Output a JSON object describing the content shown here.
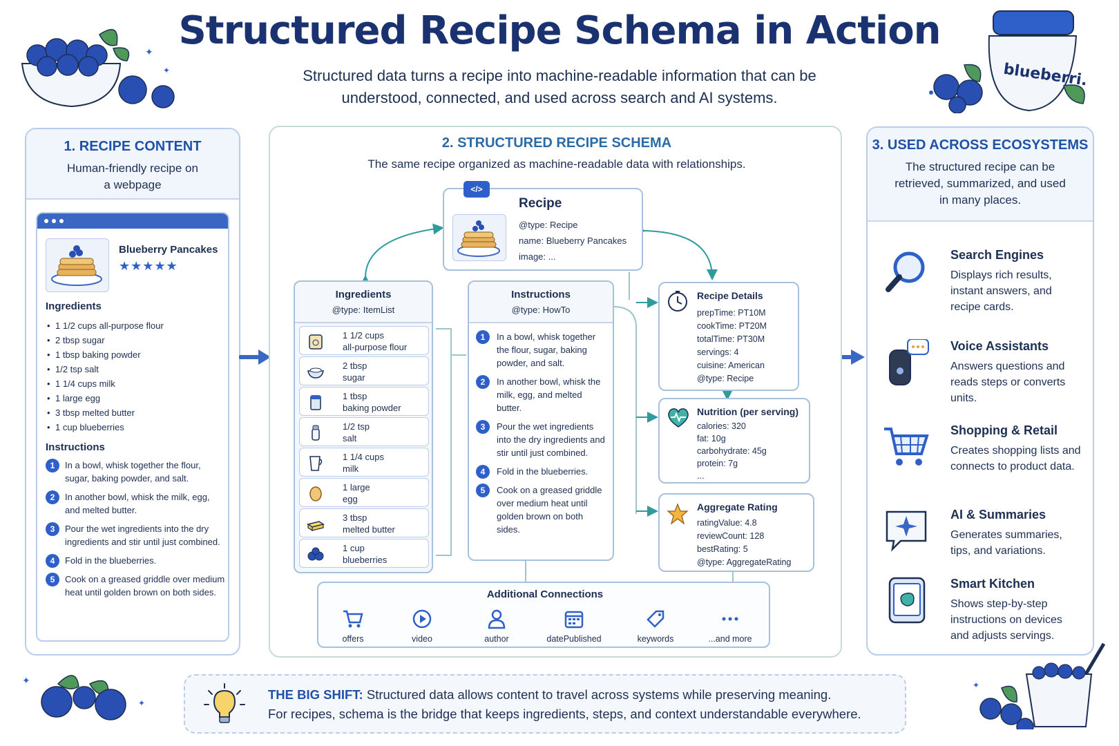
{
  "header": {
    "title": "Structured Recipe Schema in Action",
    "subtitle_line1": "Structured data turns a recipe into machine-readable information that can be",
    "subtitle_line2": "understood, connected, and used across search and AI systems."
  },
  "decor": {
    "jar_label": "blueberri."
  },
  "left": {
    "title": "1. RECIPE CONTENT",
    "sub_line1": "Human-friendly recipe on",
    "sub_line2": "a webpage",
    "recipe_name": "Blueberry Pancakes",
    "stars": "★★★★★",
    "ingredients_heading": "Ingredients",
    "ingredients": [
      "1 1/2 cups all-purpose flour",
      "2 tbsp sugar",
      "1 tbsp baking powder",
      "1/2 tsp salt",
      "1 1/4 cups milk",
      "1 large egg",
      "3 tbsp melted butter",
      "1 cup blueberries"
    ],
    "instructions_heading": "Instructions",
    "instructions": [
      "In a bowl, whisk together the flour, sugar, baking powder, and salt.",
      "In another bowl, whisk the milk, egg, and melted butter.",
      "Pour the wet ingredients into the dry ingredients and stir until just combined.",
      "Fold in the blueberries.",
      "Cook on a greased griddle over medium heat until golden brown on both sides."
    ]
  },
  "middle": {
    "title": "2. STRUCTURED RECIPE SCHEMA",
    "subtitle": "The same recipe organized as machine-readable data with relationships.",
    "code_badge": "</>",
    "recipe": {
      "title": "Recipe",
      "type": "@type: Recipe",
      "name": "name: Blueberry Pancakes",
      "image": "image: ..."
    },
    "ingredients_box": {
      "title": "Ingredients",
      "type": "@type: ItemList",
      "items": [
        {
          "line1": "1 1/2 cups",
          "line2": "all-purpose flour",
          "icon": "flour-bag-icon"
        },
        {
          "line1": "2 tbsp",
          "line2": "sugar",
          "icon": "sugar-bowl-icon"
        },
        {
          "line1": "1 tbsp",
          "line2": "baking powder",
          "icon": "baking-powder-icon"
        },
        {
          "line1": "1/2 tsp",
          "line2": "salt",
          "icon": "salt-shaker-icon"
        },
        {
          "line1": "1 1/4 cups",
          "line2": "milk",
          "icon": "milk-cup-icon"
        },
        {
          "line1": "1 large",
          "line2": "egg",
          "icon": "egg-icon"
        },
        {
          "line1": "3 tbsp",
          "line2": "melted butter",
          "icon": "butter-icon"
        },
        {
          "line1": "1 cup",
          "line2": "blueberries",
          "icon": "blueberries-icon"
        }
      ]
    },
    "instructions_box": {
      "title": "Instructions",
      "type": "@type: HowTo",
      "steps": [
        "In a bowl, whisk together the flour, sugar, baking powder, and salt.",
        "In another bowl, whisk the milk, egg, and melted butter.",
        "Pour the wet ingredients into the dry ingredients and stir until just combined.",
        "Fold in the blueberries.",
        "Cook on a greased griddle over medium heat until golden brown on both sides."
      ]
    },
    "details": {
      "title": "Recipe Details",
      "lines": [
        "prepTime: PT10M",
        "cookTime: PT20M",
        "totalTime: PT30M",
        "servings: 4",
        "cuisine: American",
        "@type: Recipe"
      ]
    },
    "nutrition": {
      "title": "Nutrition (per serving)",
      "lines": [
        "calories: 320",
        "fat: 10g",
        "carbohydrate: 45g",
        "protein: 7g",
        "..."
      ]
    },
    "rating": {
      "title": "Aggregate Rating",
      "lines": [
        "ratingValue: 4.8",
        "reviewCount: 128",
        "bestRating: 5",
        "@type: AggregateRating"
      ]
    },
    "connections": {
      "title": "Additional Connections",
      "items": [
        {
          "label": "offers",
          "icon": "cart-icon"
        },
        {
          "label": "video",
          "icon": "play-icon"
        },
        {
          "label": "author",
          "icon": "person-icon"
        },
        {
          "label": "datePublished",
          "icon": "calendar-icon"
        },
        {
          "label": "keywords",
          "icon": "tag-icon"
        },
        {
          "label": "...and more",
          "icon": "more-icon"
        }
      ]
    }
  },
  "right": {
    "title": "3. USED ACROSS ECOSYSTEMS",
    "sub_line1": "The structured recipe can be",
    "sub_line2": "retrieved, summarized, and used",
    "sub_line3": "in many places.",
    "uses": [
      {
        "title": "Search Engines",
        "desc": "Displays rich results, instant answers, and recipe cards.",
        "icon": "magnifier-icon"
      },
      {
        "title": "Voice Assistants",
        "desc": "Answers questions and reads steps or converts units.",
        "icon": "smart-speaker-icon"
      },
      {
        "title": "Shopping & Retail",
        "desc": "Creates shopping lists and connects to product data.",
        "icon": "shopping-cart-icon"
      },
      {
        "title": "AI & Summaries",
        "desc": "Generates summaries, tips, and variations.",
        "icon": "ai-sparkle-icon"
      },
      {
        "title": "Smart Kitchen",
        "desc": "Shows step-by-step instructions on devices and adjusts servings.",
        "icon": "smart-display-icon"
      }
    ]
  },
  "banner": {
    "label": "THE BIG SHIFT:",
    "line1": "Structured data allows content to travel across systems while preserving meaning.",
    "line2": "For recipes, schema is the bridge that keeps ingredients, steps, and context understandable everywhere."
  }
}
